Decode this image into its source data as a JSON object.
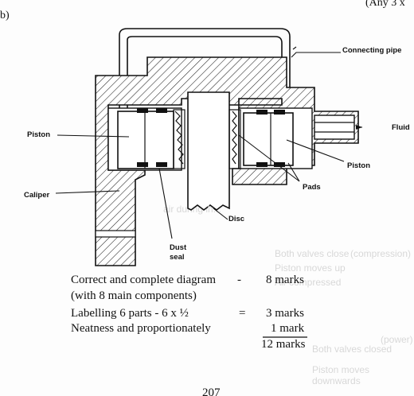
{
  "header": {
    "section": "b)",
    "note": "(Any 3 x"
  },
  "labels": {
    "connecting_pipe": "Connecting pipe",
    "fluid": "Fluid",
    "piston_left": "Piston",
    "piston_right": "Piston",
    "caliper": "Caliper",
    "pads": "Pads",
    "disc": "Disc",
    "dust_seal_line1": "Dust",
    "dust_seal_line2": "seal"
  },
  "marking": {
    "rows": [
      {
        "text": "Correct and complete diagram",
        "op": "-",
        "marks": "8 marks"
      },
      {
        "text": "(with 8 main components)",
        "op": "",
        "marks": ""
      },
      {
        "text": "Labelling 6 parts  -  6 x ½",
        "op": "=",
        "marks": "3 marks"
      },
      {
        "text": "Neatness and proportionately",
        "op": "",
        "marks": "1 mark"
      }
    ],
    "total": "12 marks"
  },
  "background_ghost": [
    "(compression)",
    "Both valves close",
    "Piston moves up",
    "Air compressed",
    "(power)",
    "Both valves closed",
    "Piston moves downwards",
    "air during in..."
  ],
  "page_number": "207"
}
